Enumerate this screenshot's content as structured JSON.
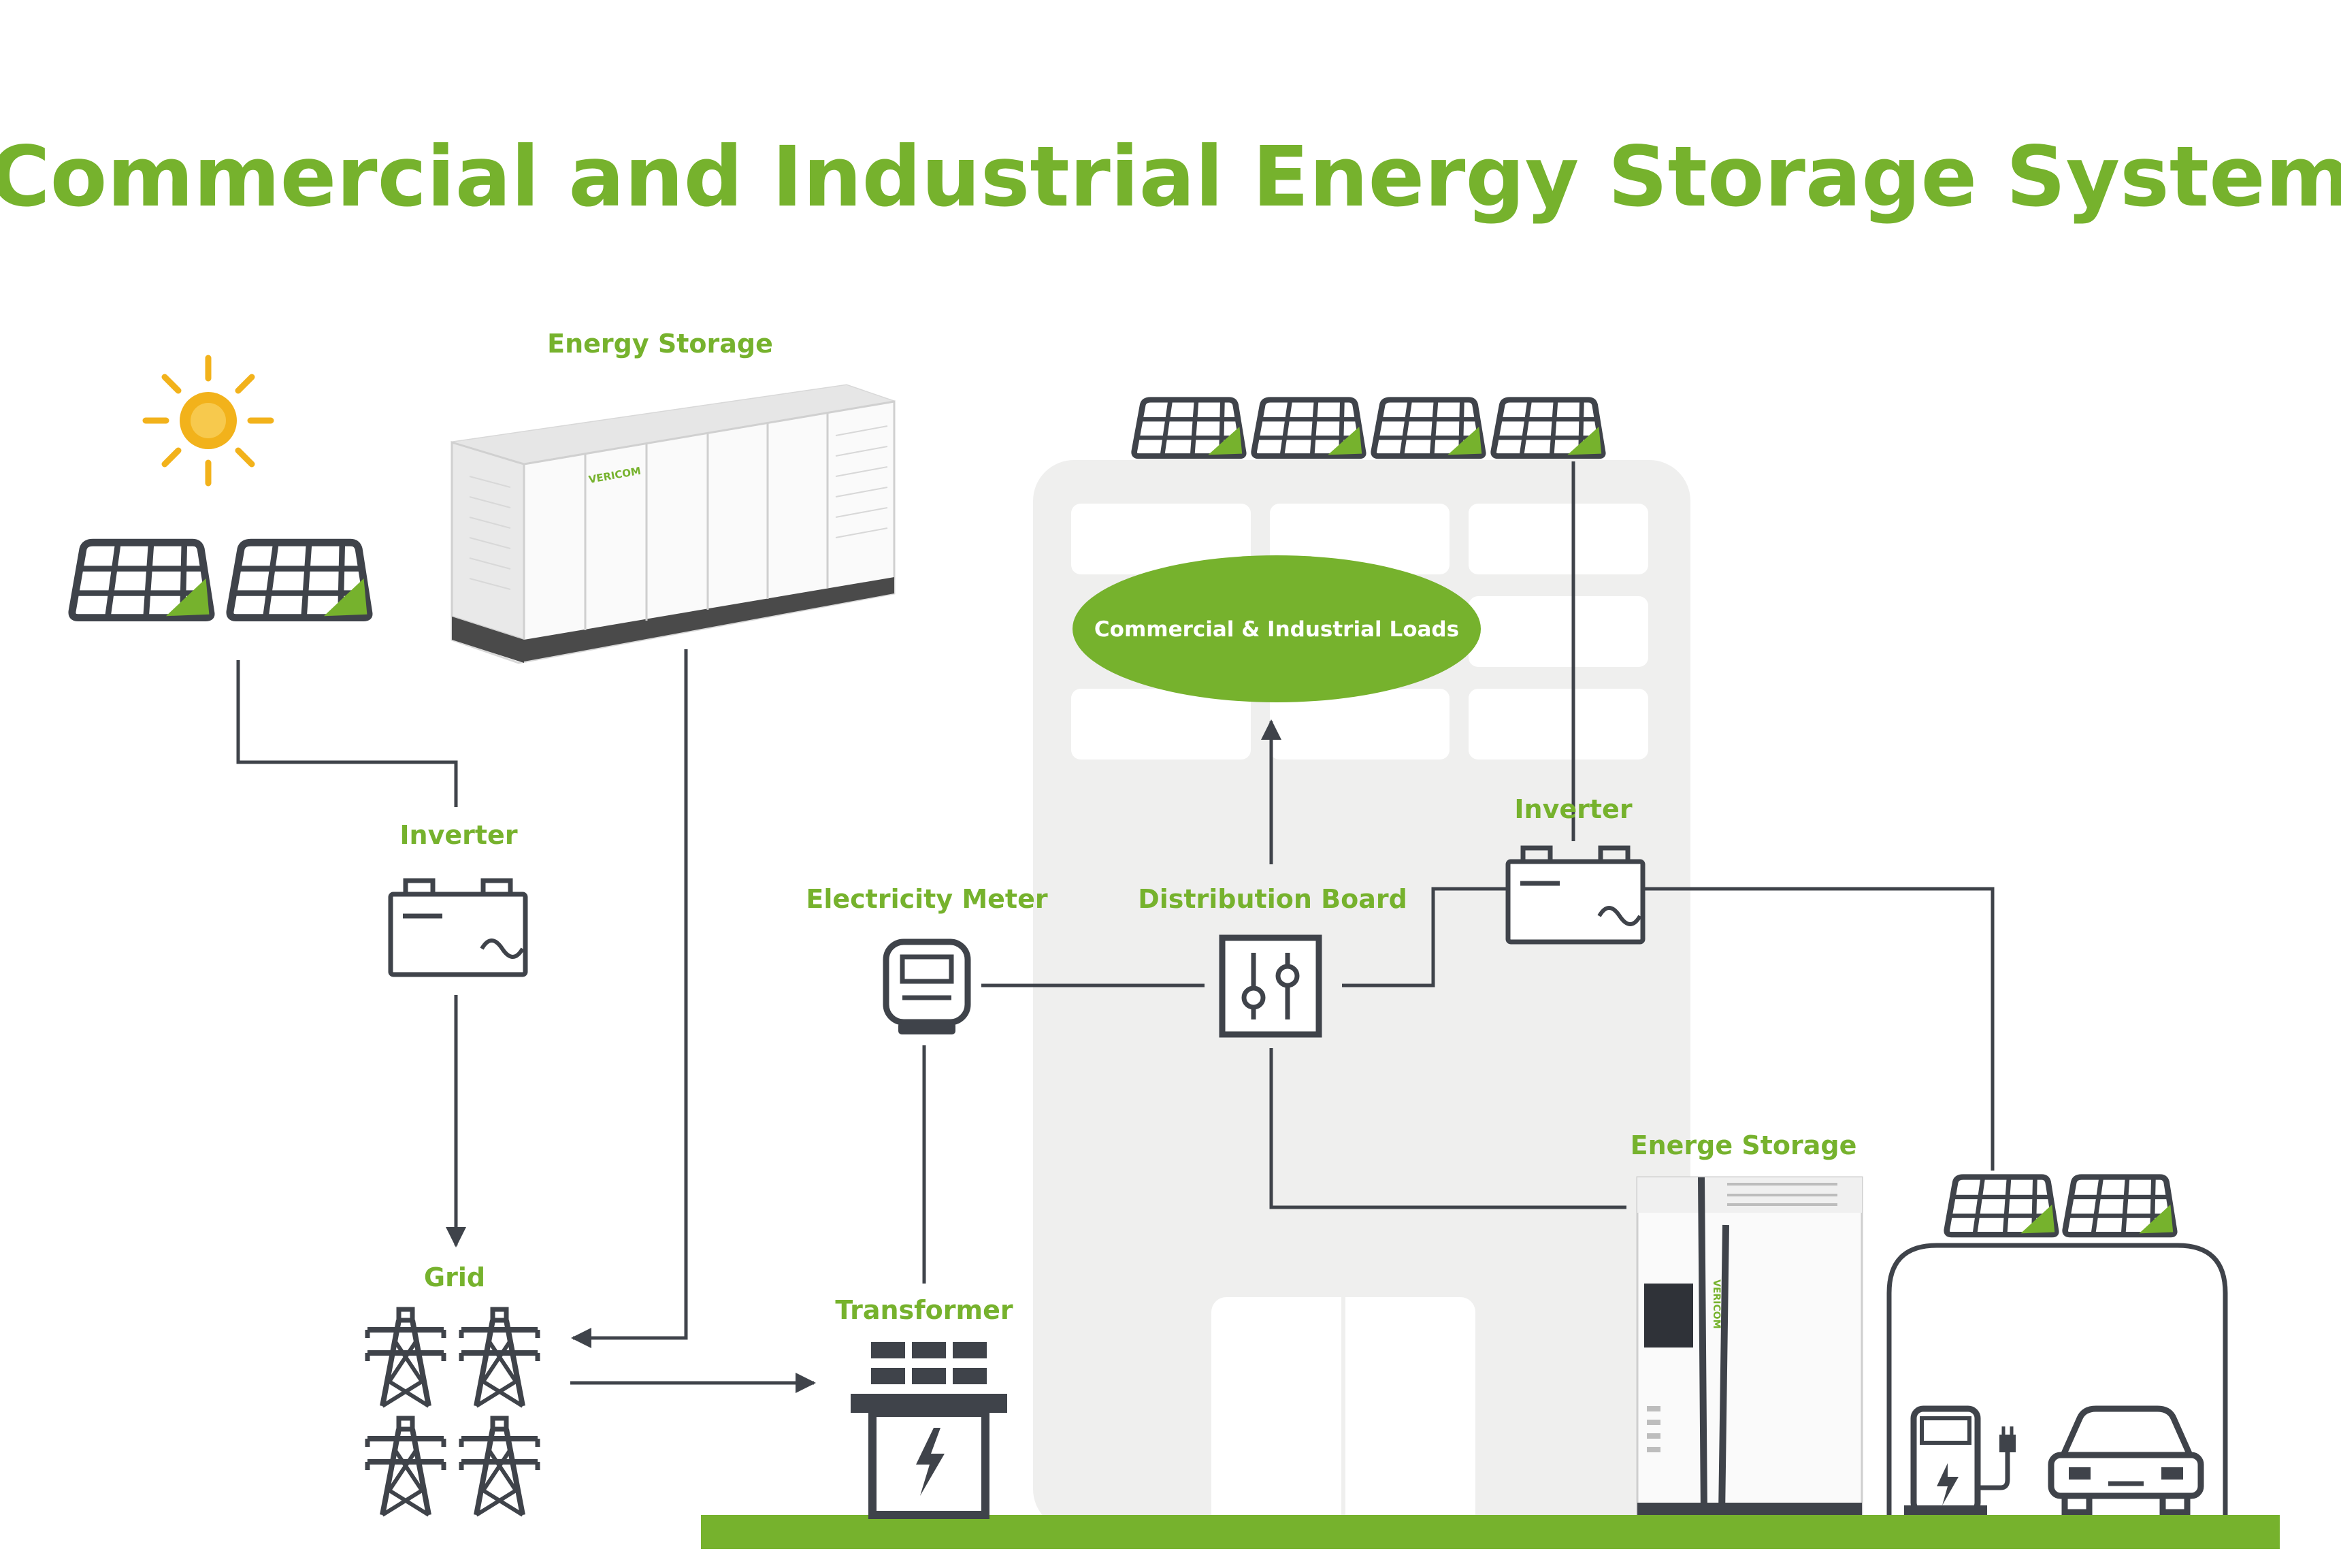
{
  "title": "Commercial and Industrial Energy Storage System",
  "labels": {
    "energy_storage_top": "Energy Storage",
    "inverter_left": "Inverter",
    "grid": "Grid",
    "transformer": "Transformer",
    "electricity_meter": "Electricity Meter",
    "distribution_board": "Distribution Board",
    "inverter_right": "Inverter",
    "loads": "Commercial & Industrial Loads",
    "energy_storage_bottom": "Energe Storage"
  },
  "brand": "VERICOM",
  "colors": {
    "accent": "#76b22d",
    "icon": "#3f434a",
    "building": "#efefee",
    "sun": "#f2b21b"
  },
  "icons": [
    "sun-icon",
    "solar-panel-icon",
    "inverter-icon",
    "transmission-tower-icon",
    "transformer-icon",
    "electricity-meter-icon",
    "distribution-board-icon",
    "ev-charger-icon",
    "car-icon"
  ]
}
